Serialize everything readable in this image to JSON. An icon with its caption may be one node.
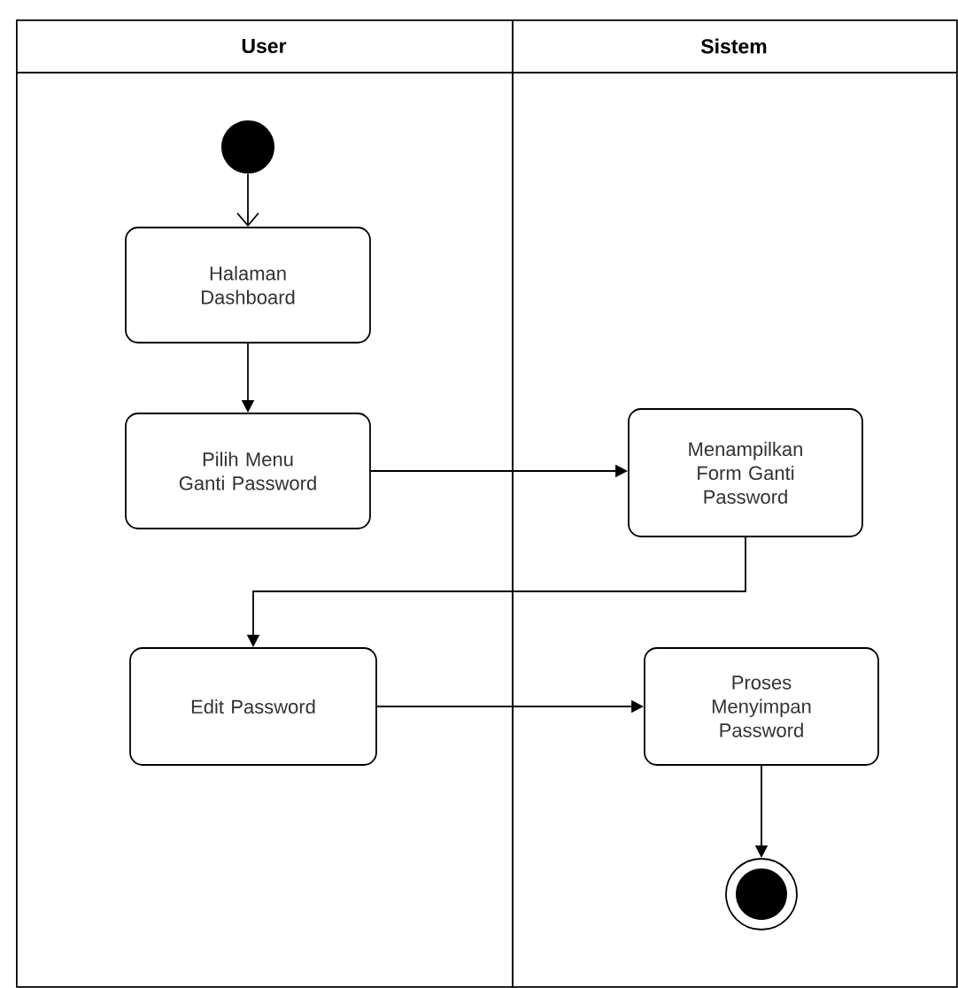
{
  "diagram": {
    "nodes": [
      {
        "text": [
          "User"
        ]
      },
      {
        "text": [
          "Sistem"
        ]
      },
      {
        "text": [],
        "shape": "circle",
        "in": 0
      },
      {
        "text": [
          "Halaman Dashboard"
        ],
        "in": 0
      },
      {
        "text": [
          "Pilih Menu Ganti Password"
        ],
        "in": 0
      },
      {
        "text": [
          "Menampilkan Form Ganti Password"
        ],
        "in": 1
      },
      {
        "text": [
          "Edit Password"
        ],
        "in": 0
      },
      {
        "text": [
          "Proses Menyimpan Password"
        ],
        "in": 1
      },
      {
        "text": [],
        "shape": "circle",
        "in": 1
      }
    ],
    "edges": [
      {
        "from": 2,
        "to": 3,
        "arrow": "to"
      },
      {
        "from": 3,
        "to": 4,
        "arrow": "to"
      },
      {
        "from": 4,
        "to": 5,
        "arrow": "to"
      },
      {
        "from": 5,
        "to": 6,
        "arrow": "to"
      },
      {
        "from": 6,
        "to": 7,
        "arrow": "to"
      },
      {
        "from": 7,
        "to": 8,
        "arrow": "to"
      }
    ]
  }
}
